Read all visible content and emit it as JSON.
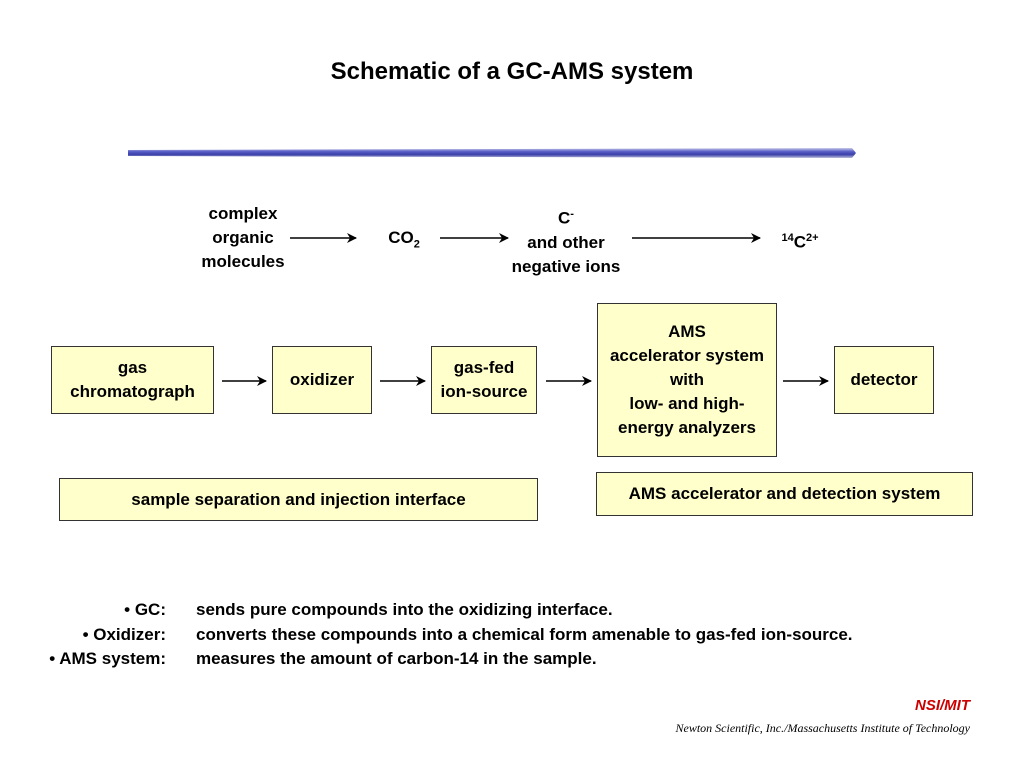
{
  "title": "Schematic of a GC-AMS system",
  "chemistry": {
    "step1": [
      "complex",
      "organic",
      "molecules"
    ],
    "step2": {
      "base": "CO",
      "sub": "2"
    },
    "step3": {
      "top_base": "C",
      "top_sup": "-",
      "line2": "and other",
      "line3": "negative ions"
    },
    "step4": {
      "pre_sup": "14",
      "base": "C",
      "post_sup": "2+"
    }
  },
  "flow": {
    "gc": [
      "gas",
      "chromatograph"
    ],
    "oxidizer": "oxidizer",
    "ion_source": [
      "gas-fed",
      "ion-source"
    ],
    "ams": [
      "AMS",
      "accelerator system",
      "with",
      "low- and high-",
      "energy analyzers"
    ],
    "detector": "detector"
  },
  "groups": {
    "left": "sample separation and injection interface",
    "right": "AMS accelerator and detection system"
  },
  "bullets": [
    {
      "label": "GC:",
      "text": "sends pure compounds into the oxidizing interface."
    },
    {
      "label": "Oxidizer:",
      "text": "converts  these compounds into a chemical form amenable to gas-fed ion-source."
    },
    {
      "label": "AMS system:",
      "text": "measures the amount of carbon-14 in the sample."
    }
  ],
  "logo": "NSI/MIT",
  "footer": "Newton Scientific, Inc./Massachusetts Institute of Technology",
  "colors": {
    "box_fill": "#ffffcc",
    "logo": "#cc0000",
    "rule": "#5a5fc8"
  }
}
